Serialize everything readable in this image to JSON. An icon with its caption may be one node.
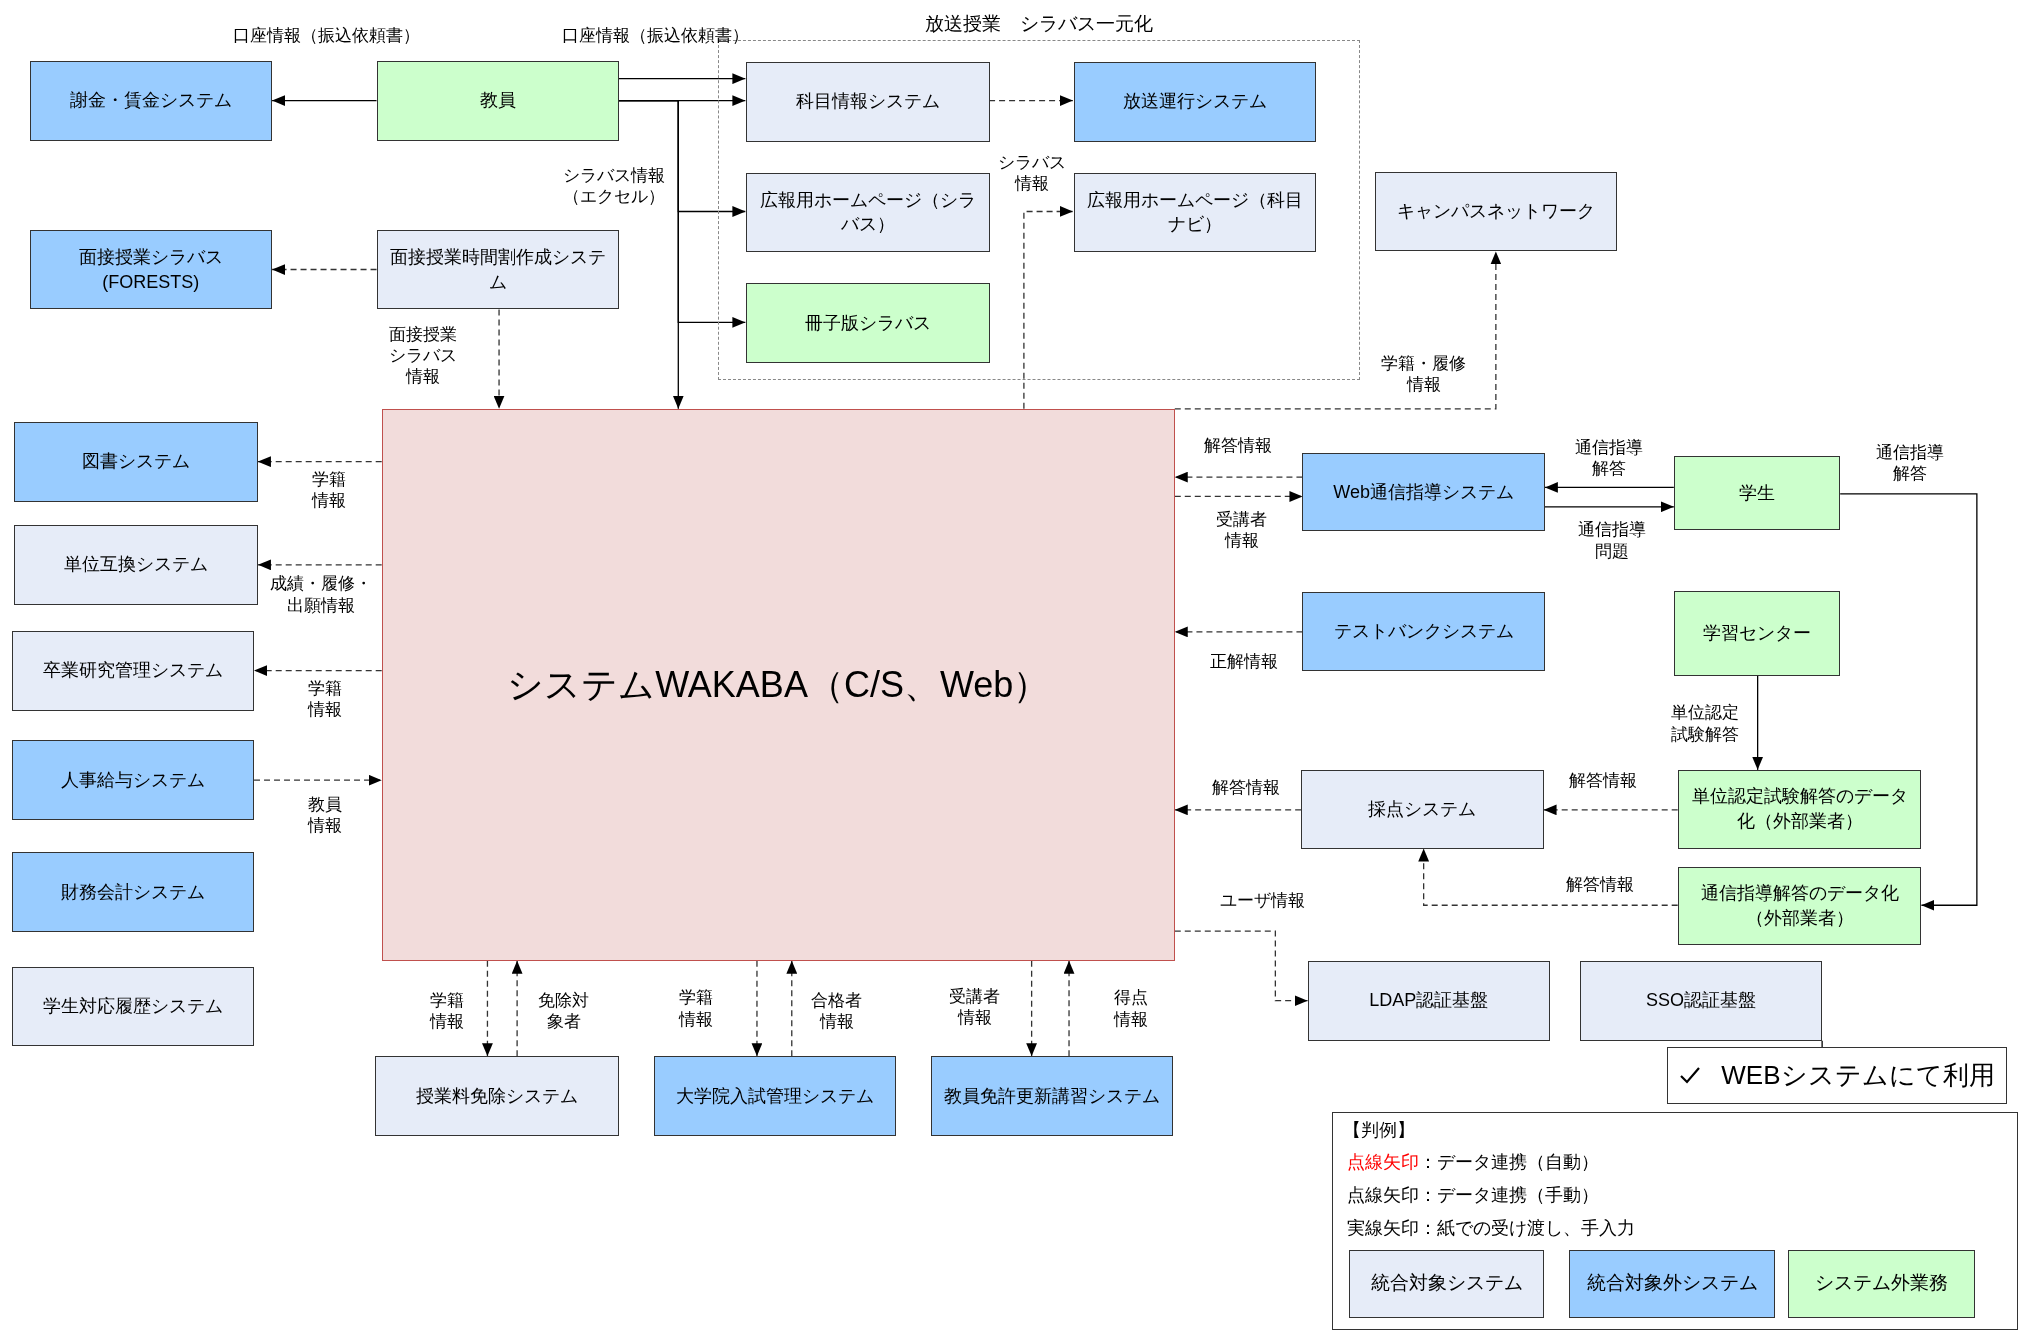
{
  "diagram": {
    "nodes": [
      {
        "text": [
          "謝金・賃金システム"
        ]
      },
      {
        "text": [
          "教員"
        ]
      },
      {
        "text": [
          "放送授業　シラバス一元化"
        ]
      },
      {
        "text": [
          "科目情報システム"
        ],
        "in": 2
      },
      {
        "text": [
          "放送運行システム"
        ],
        "in": 2
      },
      {
        "text": [
          "広報用ホームページ（シラバス）"
        ],
        "in": 2
      },
      {
        "text": [
          "広報用ホームページ（科目ナビ）"
        ],
        "in": 2
      },
      {
        "text": [
          "冊子版シラバス"
        ],
        "in": 2
      },
      {
        "text": [
          "キャンパスネットワーク"
        ]
      },
      {
        "text": [
          "面接授業シラバス(FORESTS)"
        ]
      },
      {
        "text": [
          "面接授業時間割作成システム"
        ]
      },
      {
        "text": [
          "システムWAKABA（C/S、Web）"
        ]
      },
      {
        "text": [
          "図書システム"
        ]
      },
      {
        "text": [
          "単位互換システム"
        ]
      },
      {
        "text": [
          "卒業研究管理システム"
        ]
      },
      {
        "text": [
          "人事給与システム"
        ]
      },
      {
        "text": [
          "財務会計システム"
        ]
      },
      {
        "text": [
          "学生対応履歴システム"
        ]
      },
      {
        "text": [
          "Web通信指導システム"
        ]
      },
      {
        "text": [
          "学生"
        ]
      },
      {
        "text": [
          "テストバンクシステム"
        ]
      },
      {
        "text": [
          "学習センター"
        ]
      },
      {
        "text": [
          "採点システム"
        ]
      },
      {
        "text": [
          "単位認定試験解答のデータ化（外部業者）"
        ]
      },
      {
        "text": [
          "通信指導解答のデータ化（外部業者）"
        ]
      },
      {
        "text": [
          "LDAP認証基盤"
        ]
      },
      {
        "text": [
          "SSO認証基盤"
        ]
      },
      {
        "text": [
          "WEBシステムにて利用"
        ]
      },
      {
        "text": [
          "授業料免除システム"
        ]
      },
      {
        "text": [
          "大学院入試管理システム"
        ]
      },
      {
        "text": [
          "教員免許更新講習システム"
        ]
      }
    ],
    "edges": [
      {
        "from": 1,
        "to": 0,
        "arrow": "to",
        "label": "口座情報（振込依頼書）"
      },
      {
        "from": 1,
        "to": 3,
        "arrow": "to",
        "label": "口座情報（振込依頼書）"
      },
      {
        "from": 1,
        "to": 3,
        "arrow": "to"
      },
      {
        "from": 1,
        "to": 5,
        "arrow": "to",
        "label": "シラバス情報（エクセル）"
      },
      {
        "from": 1,
        "to": 7,
        "arrow": "to"
      },
      {
        "from": 1,
        "to": 11,
        "arrow": "to"
      },
      {
        "from": 3,
        "to": 4,
        "arrow": "to",
        "style": "dashed"
      },
      {
        "from": 11,
        "to": 6,
        "arrow": "to",
        "style": "dashed",
        "label": "シラバス情報"
      },
      {
        "from": 10,
        "to": 9,
        "arrow": "to",
        "style": "dashed"
      },
      {
        "from": 10,
        "to": 11,
        "arrow": "to",
        "style": "dashed",
        "label": "面接授業シラバス情報"
      },
      {
        "from": 11,
        "to": 8,
        "arrow": "to",
        "style": "dashed",
        "label": "学籍・履修情報"
      },
      {
        "from": 11,
        "to": 12,
        "arrow": "to",
        "style": "dashed",
        "label": "学籍情報"
      },
      {
        "from": 11,
        "to": 13,
        "arrow": "to",
        "style": "dashed",
        "label": "成績・履修・出願情報"
      },
      {
        "from": 11,
        "to": 14,
        "arrow": "to",
        "style": "dashed",
        "label": "学籍情報"
      },
      {
        "from": 15,
        "to": 11,
        "arrow": "to",
        "style": "dashed",
        "label": "教員情報"
      },
      {
        "from": 18,
        "to": 11,
        "arrow": "to",
        "style": "dashed",
        "label": "解答情報"
      },
      {
        "from": 11,
        "to": 18,
        "arrow": "to",
        "style": "dashed",
        "label": "受講者情報"
      },
      {
        "from": 19,
        "to": 18,
        "arrow": "to",
        "label": "通信指導解答"
      },
      {
        "from": 18,
        "to": 19,
        "arrow": "to",
        "label": "通信指導問題"
      },
      {
        "from": 19,
        "to": 24,
        "arrow": "to",
        "label": "通信指導解答"
      },
      {
        "from": 20,
        "to": 11,
        "arrow": "to",
        "style": "dashed",
        "label": "正解情報"
      },
      {
        "from": 21,
        "to": 23,
        "arrow": "to",
        "label": "単位認定試験解答"
      },
      {
        "from": 23,
        "to": 22,
        "arrow": "to",
        "style": "dashed",
        "label": "解答情報"
      },
      {
        "from": 24,
        "to": 22,
        "arrow": "to",
        "style": "dashed",
        "label": "解答情報"
      },
      {
        "from": 22,
        "to": 11,
        "arrow": "to",
        "style": "dashed",
        "label": "解答情報"
      },
      {
        "from": 11,
        "to": 25,
        "arrow": "to",
        "style": "dashed",
        "label": "ユーザ情報"
      },
      {
        "from": 26,
        "to": 27,
        "arrow": "none"
      },
      {
        "from": 11,
        "to": 28,
        "arrow": "to",
        "style": "dashed",
        "label": "学籍情報"
      },
      {
        "from": 28,
        "to": 11,
        "arrow": "to",
        "style": "dashed",
        "label": "免除対象者"
      },
      {
        "from": 11,
        "to": 29,
        "arrow": "to",
        "style": "dashed",
        "label": "学籍情報"
      },
      {
        "from": 29,
        "to": 11,
        "arrow": "to",
        "style": "dashed",
        "label": "合格者情報"
      },
      {
        "from": 11,
        "to": 30,
        "arrow": "to",
        "style": "dashed",
        "label": "受講者情報"
      },
      {
        "from": 30,
        "to": 11,
        "arrow": "to",
        "style": "dashed",
        "label": "得点情報"
      }
    ],
    "labels": [
      "【判例】"
    ],
    "legend": [
      {
        "text": "点線矢印：データ連携（自動）",
        "color": "#ff0000"
      },
      {
        "text": "点線矢印：データ連携（手動）",
        "color": "#000000"
      },
      {
        "text": "実線矢印：紙での受け渡し、手入力",
        "color": "#000000"
      },
      {
        "text": "統合対象システム",
        "color": "#e6ecf8"
      },
      {
        "text": "統合対象外システム",
        "color": "#99ccff"
      },
      {
        "text": "システム外業務",
        "color": "#ccffcc"
      }
    ]
  }
}
